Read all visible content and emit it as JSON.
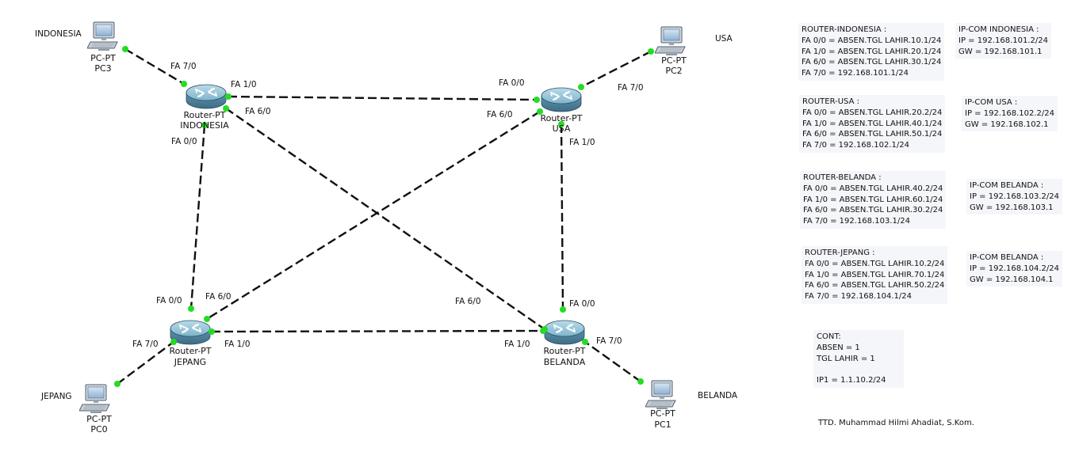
{
  "routers": {
    "indonesia": {
      "type": "Router-PT",
      "name": "INDONESIA"
    },
    "usa": {
      "type": "Router-PT",
      "name": "USA"
    },
    "jepang": {
      "type": "Router-PT",
      "name": "JEPANG"
    },
    "belanda": {
      "type": "Router-PT",
      "name": "BELANDA"
    }
  },
  "pcs": {
    "pc3": {
      "type": "PC-PT",
      "name": "PC3",
      "region": "INDONESIA"
    },
    "pc2": {
      "type": "PC-PT",
      "name": "PC2",
      "region": "USA"
    },
    "pc0": {
      "type": "PC-PT",
      "name": "PC0",
      "region": "JEPANG"
    },
    "pc1": {
      "type": "PC-PT",
      "name": "PC1",
      "region": "BELANDA"
    }
  },
  "ports": {
    "ind_pc": "FA 7/0",
    "ind_usa": "FA 1/0",
    "ind_bel": "FA 6/0",
    "ind_jep": "FA 0/0",
    "usa_ind": "FA 0/0",
    "usa_jep": "FA 6/0",
    "usa_pc": "FA 7/0",
    "usa_bel": "FA 1/0",
    "jep_ind": "FA 0/0",
    "jep_usa": "FA 6/0",
    "jep_pc": "FA 7/0",
    "jep_bel": "FA 1/0",
    "bel_ind": "FA 6/0",
    "bel_usa": "FA 0/0",
    "bel_jep": "FA 1/0",
    "bel_pc": "FA 7/0"
  },
  "notes": {
    "router_indonesia": [
      "ROUTER-INDONESIA :",
      "FA 0/0 = ABSEN.TGL LAHIR.10.1/24",
      "FA 1/0 = ABSEN.TGL LAHIR.20.1/24",
      "FA 6/0 = ABSEN.TGL LAHIR.30.1/24",
      "FA 7/0 = 192.168.101.1/24"
    ],
    "pc_indonesia": [
      "IP-COM INDONESIA :",
      "IP = 192.168.101.2/24",
      "GW = 192.168.101.1"
    ],
    "router_usa": [
      "ROUTER-USA :",
      "FA 0/0 = ABSEN.TGL LAHIR.20.2/24",
      "FA 1/0 = ABSEN.TGL LAHIR.40.1/24",
      "FA 6/0 = ABSEN.TGL LAHIR.50.1/24",
      "FA 7/0 = 192.168.102.1/24"
    ],
    "pc_usa": [
      "IP-COM USA :",
      "IP = 192.168.102.2/24",
      "GW = 192.168.102.1"
    ],
    "router_belanda": [
      "ROUTER-BELANDA :",
      "FA 0/0 = ABSEN.TGL LAHIR.40.2/24",
      "FA 1/0 = ABSEN.TGL LAHIR.60.1/24",
      "FA 6/0 = ABSEN.TGL LAHIR.30.2/24",
      "FA 7/0 = 192.168.103.1/24"
    ],
    "pc_belanda": [
      "IP-COM BELANDA :",
      "IP = 192.168.103.2/24",
      "GW = 192.168.103.1"
    ],
    "router_jepang": [
      "ROUTER-JEPANG :",
      "FA 0/0 = ABSEN.TGL LAHIR.10.2/24",
      "FA 1/0 = ABSEN.TGL LAHIR.70.1/24",
      "FA 6/0 = ABSEN.TGL LAHIR.50.2/24",
      "FA 7/0 = 192.168.104.1/24"
    ],
    "pc_jepang": [
      "IP-COM BELANDA :",
      "IP = 192.168.104.2/24",
      "GW = 192.168.104.1"
    ],
    "cont": [
      "CONT:",
      "ABSEN = 1",
      "TGL LAHIR = 1",
      "",
      "IP1 = 1.1.10.2/24"
    ]
  },
  "signature": "TTD. Muhammad Hilmi Ahadiat, S.Kom.",
  "colors": {
    "link": "#111111",
    "port_up": "#22dd22",
    "note_bg": "#f5f6fa",
    "router": "#6fa9c4"
  }
}
